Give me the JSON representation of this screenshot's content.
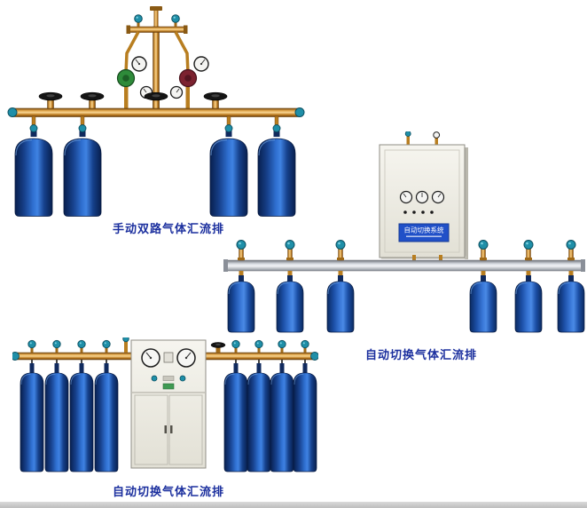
{
  "page": {
    "background": "#ffffff"
  },
  "products": [
    {
      "name": "manual-dual-gas-manifold",
      "caption": "手动双路气体汇流排",
      "cylinders": 4
    },
    {
      "name": "auto-switch-gas-manifold-wall",
      "caption": "自动切换气体汇流排",
      "cylinders": 6,
      "control_box_label": "自动切换系统"
    },
    {
      "name": "auto-switch-gas-manifold-cabinet",
      "caption": "自动切换气体汇流排",
      "cylinders": 8
    }
  ],
  "colors": {
    "caption_text": "#1b2f9e",
    "cylinder_blue": "#2f6fd0",
    "brass_pipe": "#d99a3e",
    "silver_pipe": "#d9dde3",
    "teal_valve": "#1f8fa8",
    "regulator_green": "#2e8b3a",
    "regulator_red": "#7c2230",
    "cabinet_body": "#efede4",
    "label_plate_blue": "#2050c8"
  }
}
